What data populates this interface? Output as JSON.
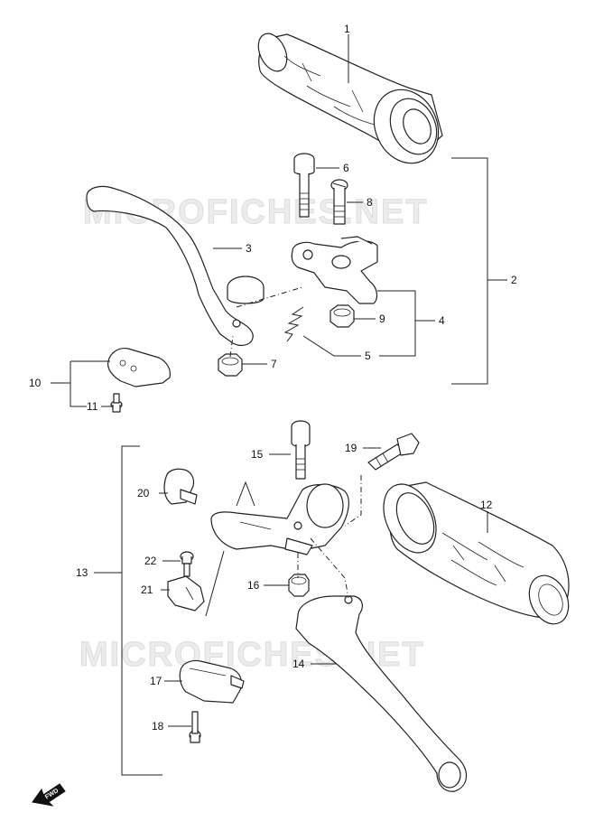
{
  "watermark": {
    "text": "MICROFICHES.NET"
  },
  "callouts": [
    {
      "id": "1",
      "label": "1"
    },
    {
      "id": "2",
      "label": "2"
    },
    {
      "id": "3",
      "label": "3"
    },
    {
      "id": "4",
      "label": "4"
    },
    {
      "id": "5",
      "label": "5"
    },
    {
      "id": "6",
      "label": "6"
    },
    {
      "id": "7",
      "label": "7"
    },
    {
      "id": "8",
      "label": "8"
    },
    {
      "id": "9",
      "label": "9"
    },
    {
      "id": "10",
      "label": "10"
    },
    {
      "id": "11",
      "label": "11"
    },
    {
      "id": "12",
      "label": "12"
    },
    {
      "id": "13",
      "label": "13"
    },
    {
      "id": "14",
      "label": "14"
    },
    {
      "id": "15",
      "label": "15"
    },
    {
      "id": "16",
      "label": "16"
    },
    {
      "id": "17",
      "label": "17"
    },
    {
      "id": "18",
      "label": "18"
    },
    {
      "id": "19",
      "label": "19"
    },
    {
      "id": "20",
      "label": "20"
    },
    {
      "id": "21",
      "label": "21"
    },
    {
      "id": "22",
      "label": "22"
    }
  ],
  "direction_marker": {
    "label": "FWD"
  }
}
